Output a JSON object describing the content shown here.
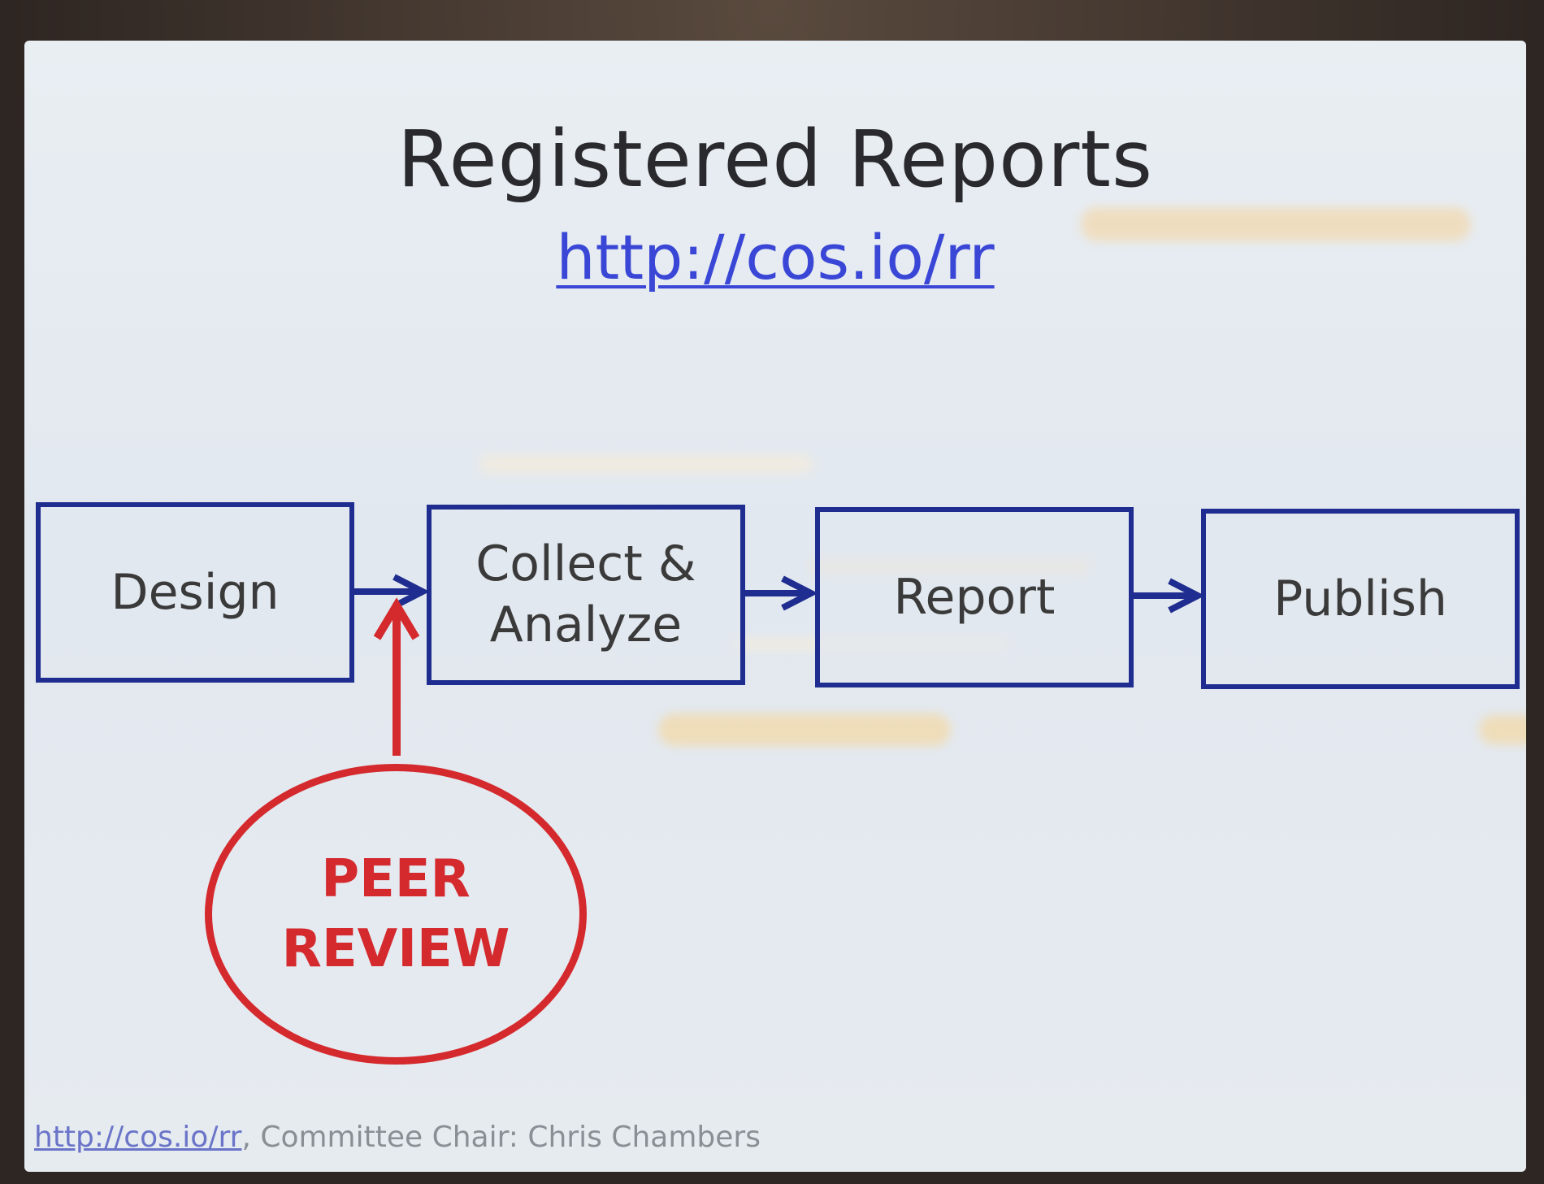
{
  "slide": {
    "title": "Registered Reports",
    "url": "http://cos.io/rr"
  },
  "flow": {
    "steps": [
      {
        "label": "Design"
      },
      {
        "label_line1": "Collect &",
        "label_line2": "Analyze"
      },
      {
        "label": "Report"
      },
      {
        "label": "Publish"
      }
    ]
  },
  "peer_review": {
    "line1": "PEER",
    "line2": "REVIEW"
  },
  "footer": {
    "link": "http://cos.io/rr",
    "text": ", Committee Chair: Chris Chambers"
  },
  "colors": {
    "box_border": "#1e2d8f",
    "arrow": "#1e2d8f",
    "peer_review": "#d42a2e",
    "link": "#3a47d6"
  }
}
